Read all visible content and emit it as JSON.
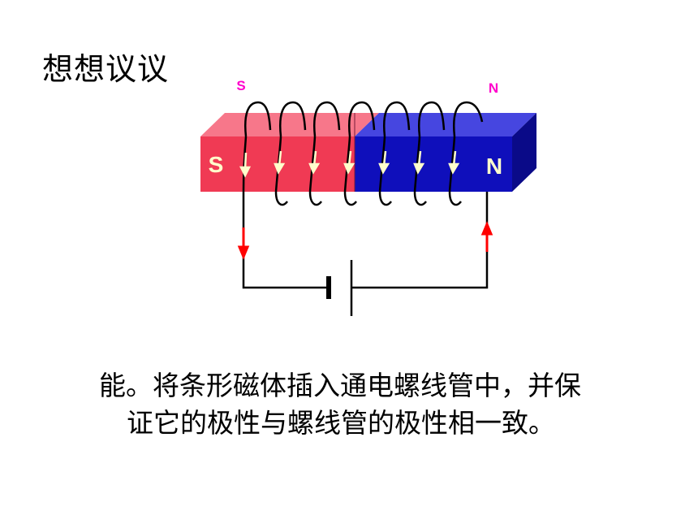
{
  "slide": {
    "title": "想想议议",
    "coil_pole_left": "S",
    "coil_pole_right": "N",
    "magnet_pole_left": "S",
    "magnet_pole_right": "N",
    "answer_line1": "能。将条形磁体插入通电螺线管中，并保",
    "answer_line2": "证它的极性与螺线管的极性相一致。"
  },
  "colors": {
    "magnet_south": "#f03a54",
    "magnet_north": "#0f0fbb",
    "coil_pole_label": "#ff00cc",
    "current_arrow": "#ff0000",
    "field_arrow": "#ffffcc"
  }
}
